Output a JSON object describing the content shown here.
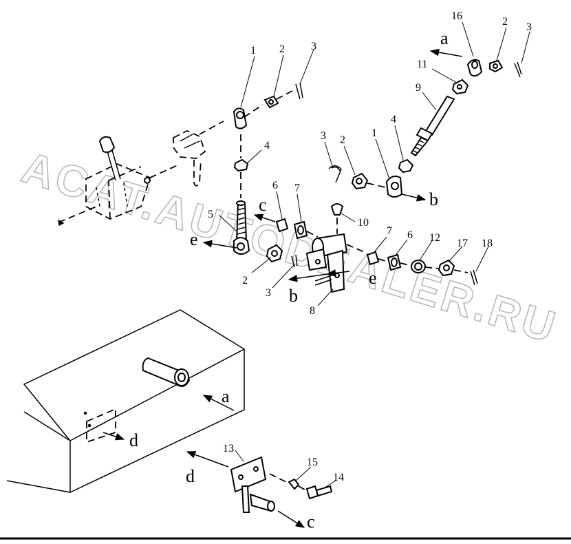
{
  "watermark": "ACAT.AUTODEALER.RU",
  "part_labels": [
    {
      "id": "lbl-16a",
      "text": "16"
    },
    {
      "id": "lbl-2a",
      "text": "2"
    },
    {
      "id": "lbl-3a",
      "text": "3"
    },
    {
      "id": "lbl-11",
      "text": "11"
    },
    {
      "id": "lbl-9",
      "text": "9"
    },
    {
      "id": "lbl-1a",
      "text": "1"
    },
    {
      "id": "lbl-2b",
      "text": "2"
    },
    {
      "id": "lbl-3b",
      "text": "3"
    },
    {
      "id": "lbl-4a",
      "text": "4"
    },
    {
      "id": "lbl-3c",
      "text": "3"
    },
    {
      "id": "lbl-2c",
      "text": "2"
    },
    {
      "id": "lbl-1b",
      "text": "1"
    },
    {
      "id": "lbl-4b",
      "text": "4"
    },
    {
      "id": "lbl-6a",
      "text": "6"
    },
    {
      "id": "lbl-7a",
      "text": "7"
    },
    {
      "id": "lbl-5",
      "text": "5"
    },
    {
      "id": "lbl-10",
      "text": "10"
    },
    {
      "id": "lbl-7b",
      "text": "7"
    },
    {
      "id": "lbl-6b",
      "text": "6"
    },
    {
      "id": "lbl-12",
      "text": "12"
    },
    {
      "id": "lbl-17",
      "text": "17"
    },
    {
      "id": "lbl-18",
      "text": "18"
    },
    {
      "id": "lbl-2d",
      "text": "2"
    },
    {
      "id": "lbl-3d",
      "text": "3"
    },
    {
      "id": "lbl-8",
      "text": "8"
    },
    {
      "id": "lbl-13",
      "text": "13"
    },
    {
      "id": "lbl-15",
      "text": "15"
    },
    {
      "id": "lbl-14",
      "text": "14"
    }
  ],
  "connection_labels": [
    {
      "id": "conn-a-top",
      "text": "a"
    },
    {
      "id": "conn-b-right",
      "text": "b"
    },
    {
      "id": "conn-c-mid",
      "text": "c"
    },
    {
      "id": "conn-e-left",
      "text": "e"
    },
    {
      "id": "conn-e-right",
      "text": "e"
    },
    {
      "id": "conn-b-low",
      "text": "b"
    },
    {
      "id": "conn-a-tank",
      "text": "a"
    },
    {
      "id": "conn-d-tank",
      "text": "d"
    },
    {
      "id": "conn-d-bracket",
      "text": "d"
    },
    {
      "id": "conn-c-bracket",
      "text": "c"
    }
  ]
}
